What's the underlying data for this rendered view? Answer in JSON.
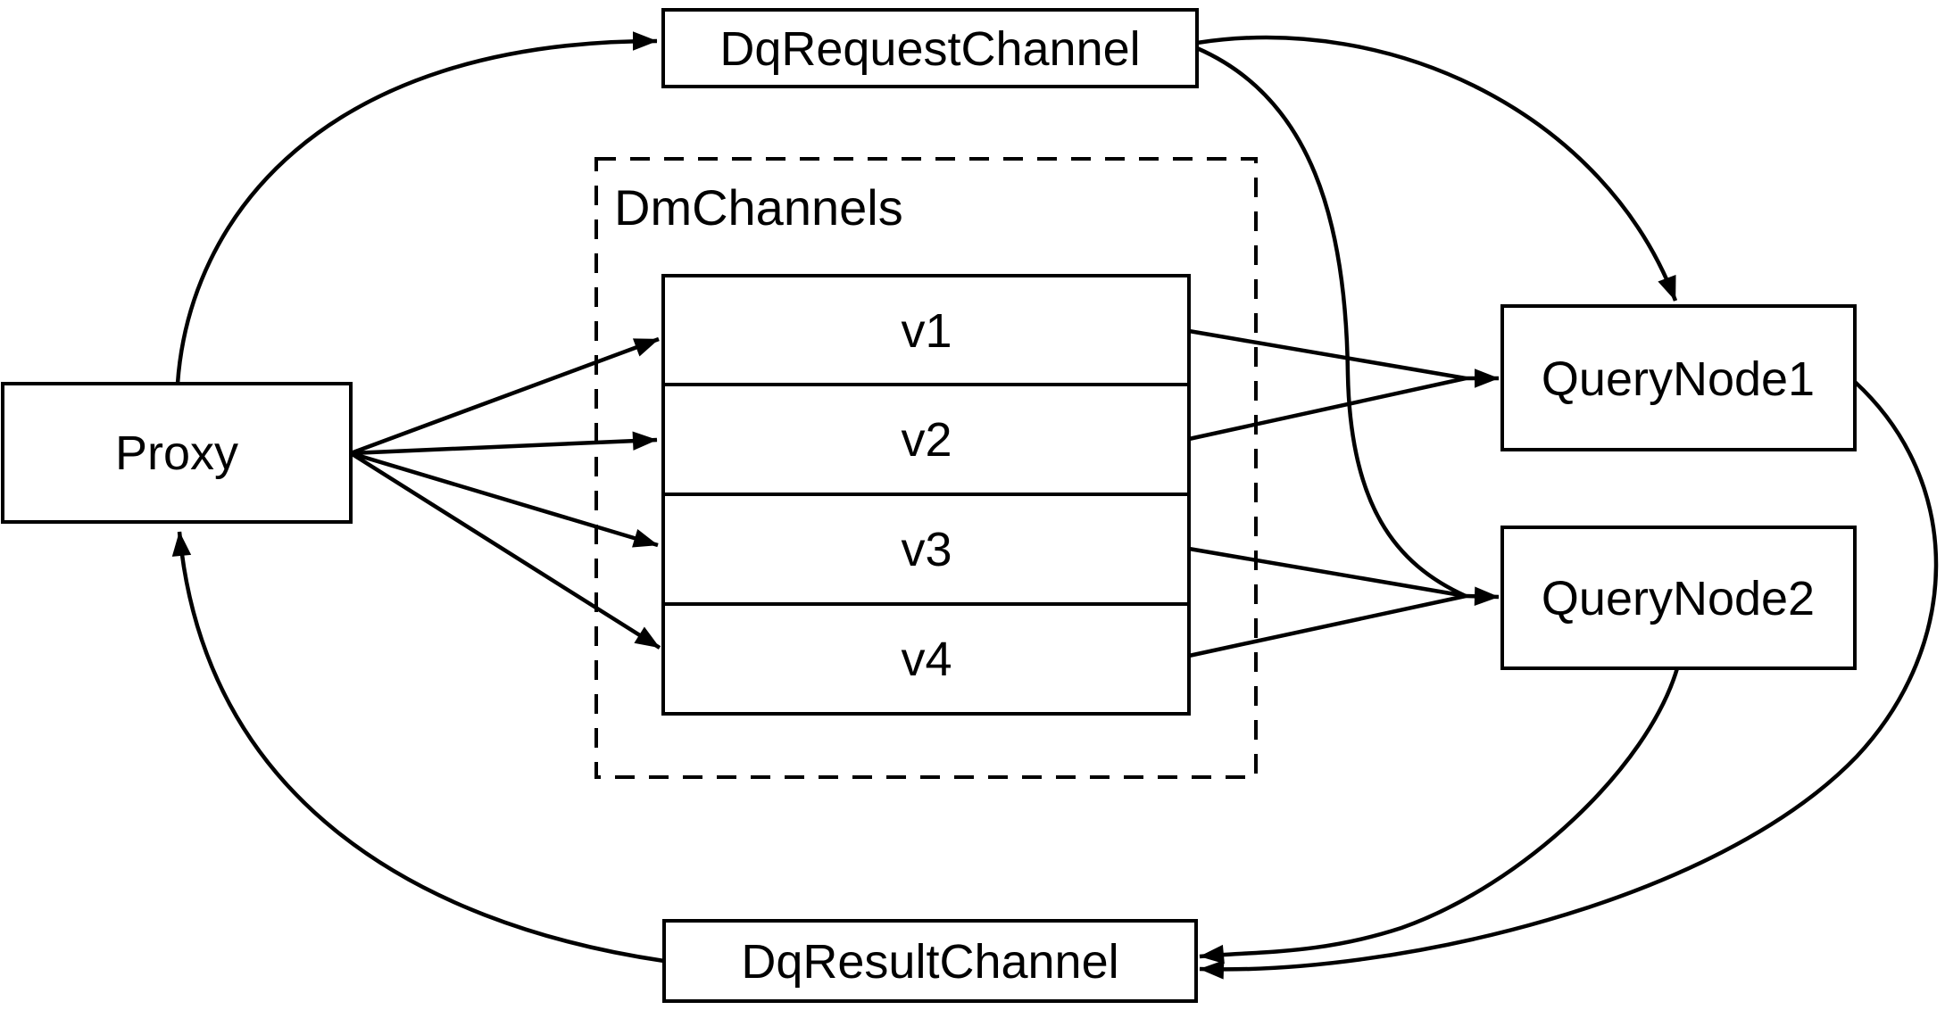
{
  "diagram": {
    "type": "flow-diagram",
    "background_color": "#ffffff",
    "stroke_color": "#000000",
    "text_color": "#000000",
    "nodes": {
      "proxy": {
        "label": "Proxy"
      },
      "dq_request_channel": {
        "label": "DqRequestChannel"
      },
      "dm_channels": {
        "label": "DmChannels",
        "channels": [
          {
            "label": "v1"
          },
          {
            "label": "v2"
          },
          {
            "label": "v3"
          },
          {
            "label": "v4"
          }
        ]
      },
      "query_node1": {
        "label": "QueryNode1"
      },
      "query_node2": {
        "label": "QueryNode2"
      },
      "dq_result_channel": {
        "label": "DqResultChannel"
      }
    },
    "edges": [
      {
        "from": "Proxy",
        "to": "DqRequestChannel"
      },
      {
        "from": "Proxy",
        "to": "v1"
      },
      {
        "from": "Proxy",
        "to": "v2"
      },
      {
        "from": "Proxy",
        "to": "v3"
      },
      {
        "from": "Proxy",
        "to": "v4"
      },
      {
        "from": "v1",
        "to": "QueryNode1"
      },
      {
        "from": "v2",
        "to": "QueryNode1"
      },
      {
        "from": "v3",
        "to": "QueryNode2"
      },
      {
        "from": "v4",
        "to": "QueryNode2"
      },
      {
        "from": "DqRequestChannel",
        "to": "QueryNode1"
      },
      {
        "from": "DqRequestChannel",
        "to": "QueryNode2"
      },
      {
        "from": "QueryNode1",
        "to": "DqResultChannel"
      },
      {
        "from": "QueryNode2",
        "to": "DqResultChannel"
      },
      {
        "from": "DqResultChannel",
        "to": "Proxy"
      }
    ]
  }
}
